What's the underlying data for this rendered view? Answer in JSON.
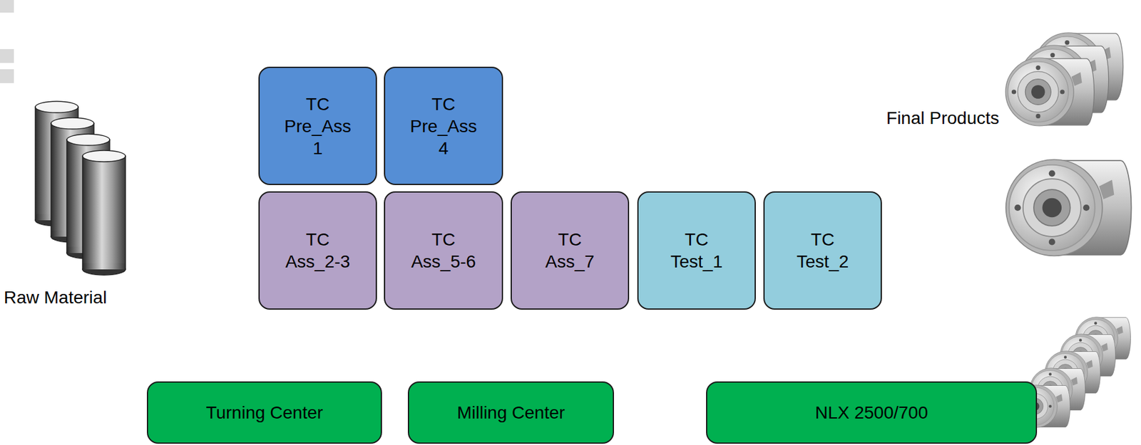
{
  "diagram": {
    "nodes": [
      {
        "text": [
          "TC Pre_Ass 1"
        ]
      },
      {
        "text": [
          "TC Pre_Ass 4"
        ]
      },
      {
        "text": [
          "TC Ass_2-3"
        ]
      },
      {
        "text": [
          "TC Ass_5-6"
        ]
      },
      {
        "text": [
          "TC Ass_7"
        ]
      },
      {
        "text": [
          "TC Test_1"
        ]
      },
      {
        "text": [
          "TC Test_2"
        ]
      },
      {
        "text": [
          "Turning Center"
        ]
      },
      {
        "text": [
          "Milling Center"
        ]
      },
      {
        "text": [
          "NLX 2500/700"
        ]
      }
    ],
    "labels": [
      "Raw Material",
      "Final Products"
    ]
  }
}
